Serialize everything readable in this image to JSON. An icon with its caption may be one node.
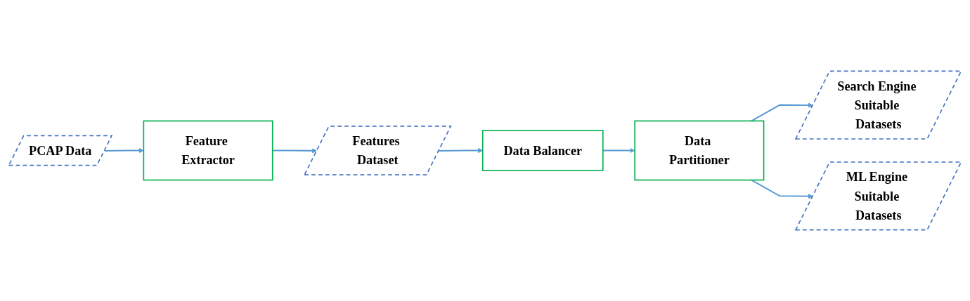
{
  "diagram": {
    "nodes": [
      {
        "text": [
          "PCAP Data"
        ]
      },
      {
        "text": [
          "Feature Extractor"
        ]
      },
      {
        "text": [
          "Data Partitioner"
        ]
      },
      {
        "text": [
          "Search Engine Suitable Datasets"
        ]
      },
      {
        "text": [
          "Features Dataset"
        ]
      },
      {
        "text": [
          "Data Balancer"
        ]
      },
      {
        "text": [
          "ML Engine Suitable Datasets"
        ]
      }
    ],
    "edges": [
      {
        "from": 0,
        "to": 1,
        "arrow": "to"
      },
      {
        "from": 1,
        "to": 4,
        "arrow": "to"
      },
      {
        "from": 4,
        "to": 5,
        "arrow": "to"
      },
      {
        "from": 5,
        "to": 2,
        "arrow": "to"
      },
      {
        "from": 2,
        "to": 3,
        "arrow": "to"
      },
      {
        "from": 2,
        "to": 6,
        "arrow": "to"
      }
    ]
  }
}
